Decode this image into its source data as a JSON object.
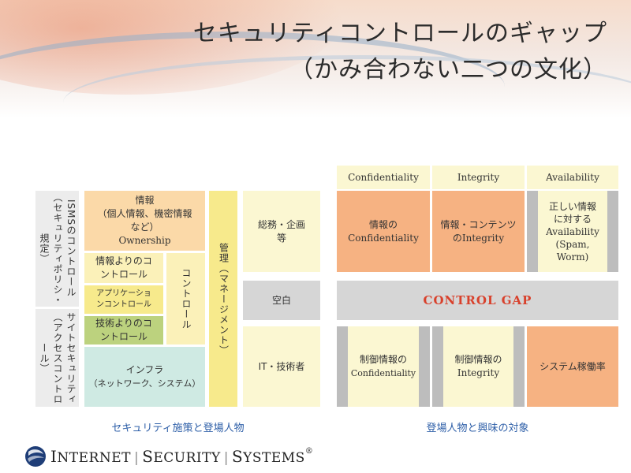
{
  "title": {
    "line1": "セキュリティコントロールのギャップ",
    "line2": "（かみ合わない二つの文化）"
  },
  "left_diagram": {
    "isms_label": "ISMSのコントロール（セキュリティポリシ・規定）",
    "site_label": "サイトセキュリティ（アクセスコントロール）",
    "info_box": {
      "line1": "情報",
      "line2": "（個人情報、機密情報",
      "line3": "など）",
      "line4": "Ownership"
    },
    "info_control": "情報よりのコントロール",
    "app_control": "アプリケーションコントロール",
    "tech_control": "技術よりのコントロール",
    "control_label": "コントロール",
    "infra": {
      "line1": "インフラ",
      "line2": "（ネットワーク、システム）"
    },
    "management": "管理（マネージメント）",
    "general_affairs": {
      "line1": "総務・企画",
      "line2": "等"
    },
    "blank": "空白",
    "it_engineer": "IT・技術者",
    "caption": "セキュリティ施策と登場人物"
  },
  "right_diagram": {
    "headers": [
      "Confidentiality",
      "Integrity",
      "Availability"
    ],
    "top_row": {
      "conf": {
        "line1": "情報の",
        "line2": "Confidentiality"
      },
      "integ": {
        "line1": "情報・コンテンツ",
        "line2": "のIntegrity"
      },
      "avail": {
        "line1": "正しい情報",
        "line2": "に対する",
        "line3": "Availability",
        "line4": "(Spam,",
        "line5": "Worm)"
      }
    },
    "gap": "CONTROL GAP",
    "bottom_row": {
      "conf": {
        "line1": "制御情報の",
        "line2": "Confidentiality"
      },
      "integ": {
        "line1": "制御情報の",
        "line2": "Integrity"
      },
      "avail": "システム稼働率"
    },
    "caption": "登場人物と興味の対象"
  },
  "logo": {
    "w1_first": "I",
    "w1_rest": "NTERNET",
    "w2_first": "S",
    "w2_rest": "ECURITY",
    "w3_first": "S",
    "w3_rest": "YSTEMS",
    "mark": "®"
  },
  "colors": {
    "peach": "#fbd9a8",
    "yellow": "#f7ea8c",
    "green": "#bcd27e",
    "teal": "#cfeae3",
    "orange": "#f6b282",
    "gap_text": "#d8412c",
    "caption": "#2e5fa8"
  }
}
